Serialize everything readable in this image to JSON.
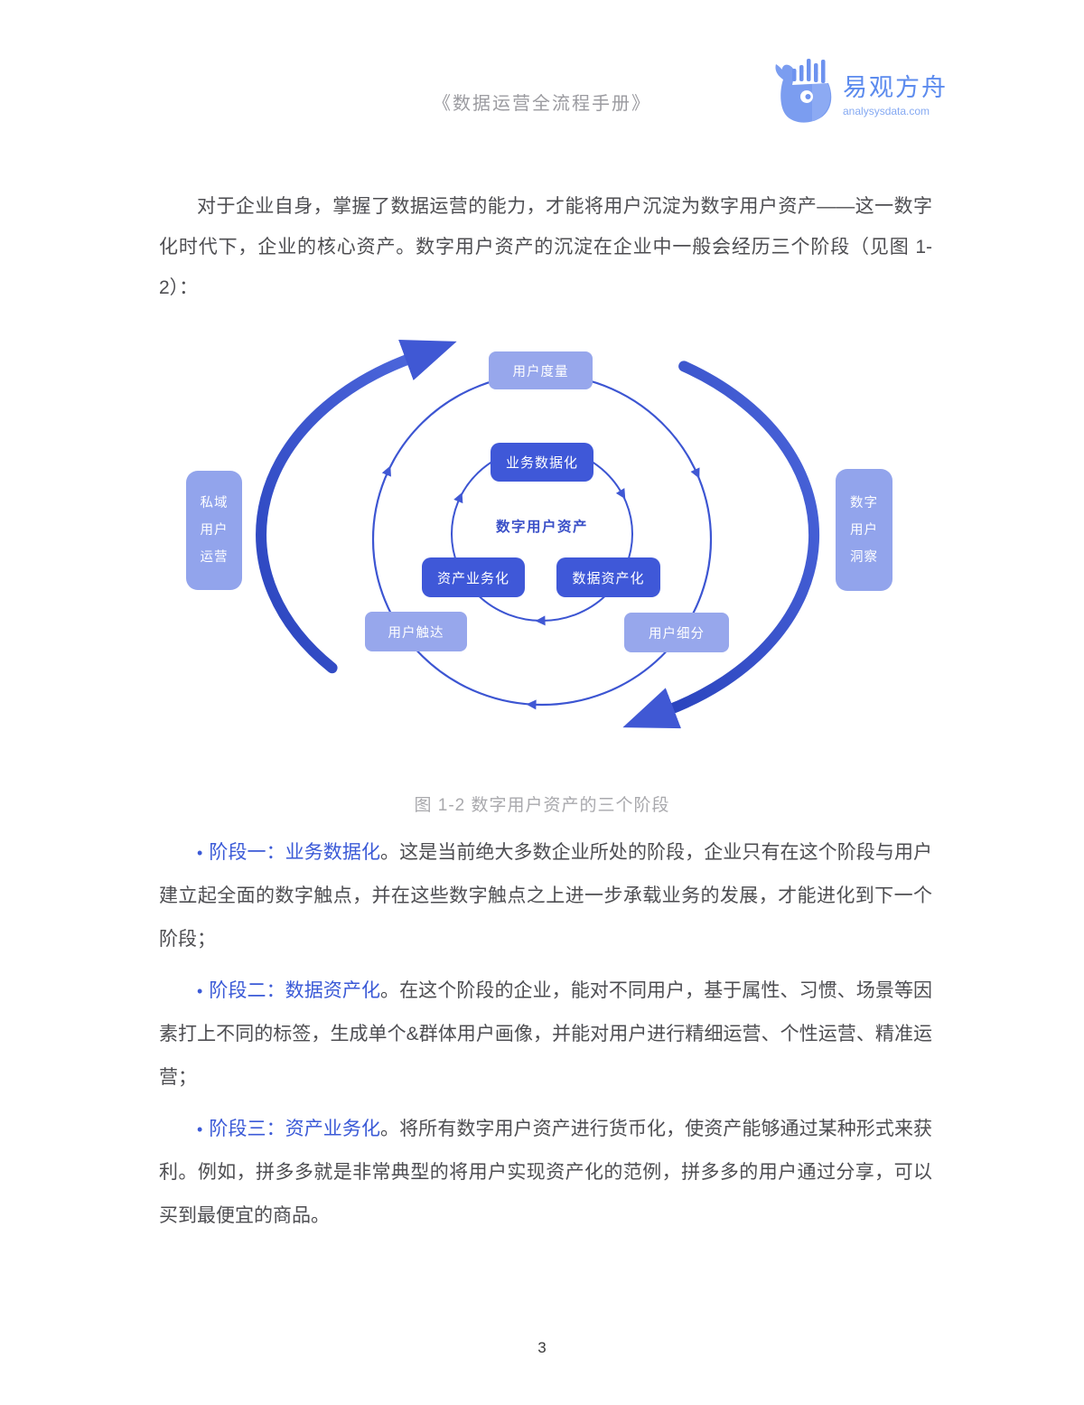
{
  "header": {
    "doc_title": "《数据运营全流程手册》",
    "logo_name": "易观方舟",
    "logo_domain": "analysysdata.com"
  },
  "intro": "对于企业自身，掌握了数据运营的能力，才能将用户沉淀为数字用户资产——这一数字化时代下，企业的核心资产。数字用户资产的沉淀在企业中一般会经历三个阶段（见图 1-2）：",
  "figure": {
    "caption": "图 1-2 数字用户资产的三个阶段",
    "center_label": "数字用户资产",
    "nodes": {
      "top": "用户度量",
      "inner_top": "业务数据化",
      "inner_left": "资产业务化",
      "inner_right": "数据资产化",
      "mid_left": "用户触达",
      "mid_right": "用户细分",
      "side_left": "私域\n用户\n运营",
      "side_right": "数字\n用户\n洞察"
    }
  },
  "stages": [
    {
      "bullet": "•",
      "lead": "阶段一：业务数据化",
      "body": "。这是当前绝大多数企业所处的阶段，企业只有在这个阶段与用户建立起全面的数字触点，并在这些数字触点之上进一步承载业务的发展，才能进化到下一个阶段；"
    },
    {
      "bullet": "•",
      "lead": "阶段二：数据资产化",
      "body": "。在这个阶段的企业，能对不同用户，基于属性、习惯、场景等因素打上不同的标签，生成单个&群体用户画像，并能对用户进行精细运营、个性运营、精准运营；"
    },
    {
      "bullet": "•",
      "lead": "阶段三：资产业务化",
      "body": "。将所有数字用户资产进行货币化，使资产能够通过某种形式来获利。例如，拼多多就是非常典型的将用户实现资产化的范例，拼多多的用户通过分享，可以买到最便宜的商品。"
    }
  ],
  "page_number": "3",
  "colors": {
    "accent_blue": "#3b5ad7",
    "dark_node": "#3f58d8",
    "light_node": "#97a7ec",
    "ring_stroke": "#3c55d2",
    "arc_gradient_start": "#2a44be",
    "arc_gradient_end": "#4c66db",
    "logo_blue": "#5c8bee",
    "body_text": "#4e4e52",
    "caption_gray": "#a9a9ad"
  }
}
